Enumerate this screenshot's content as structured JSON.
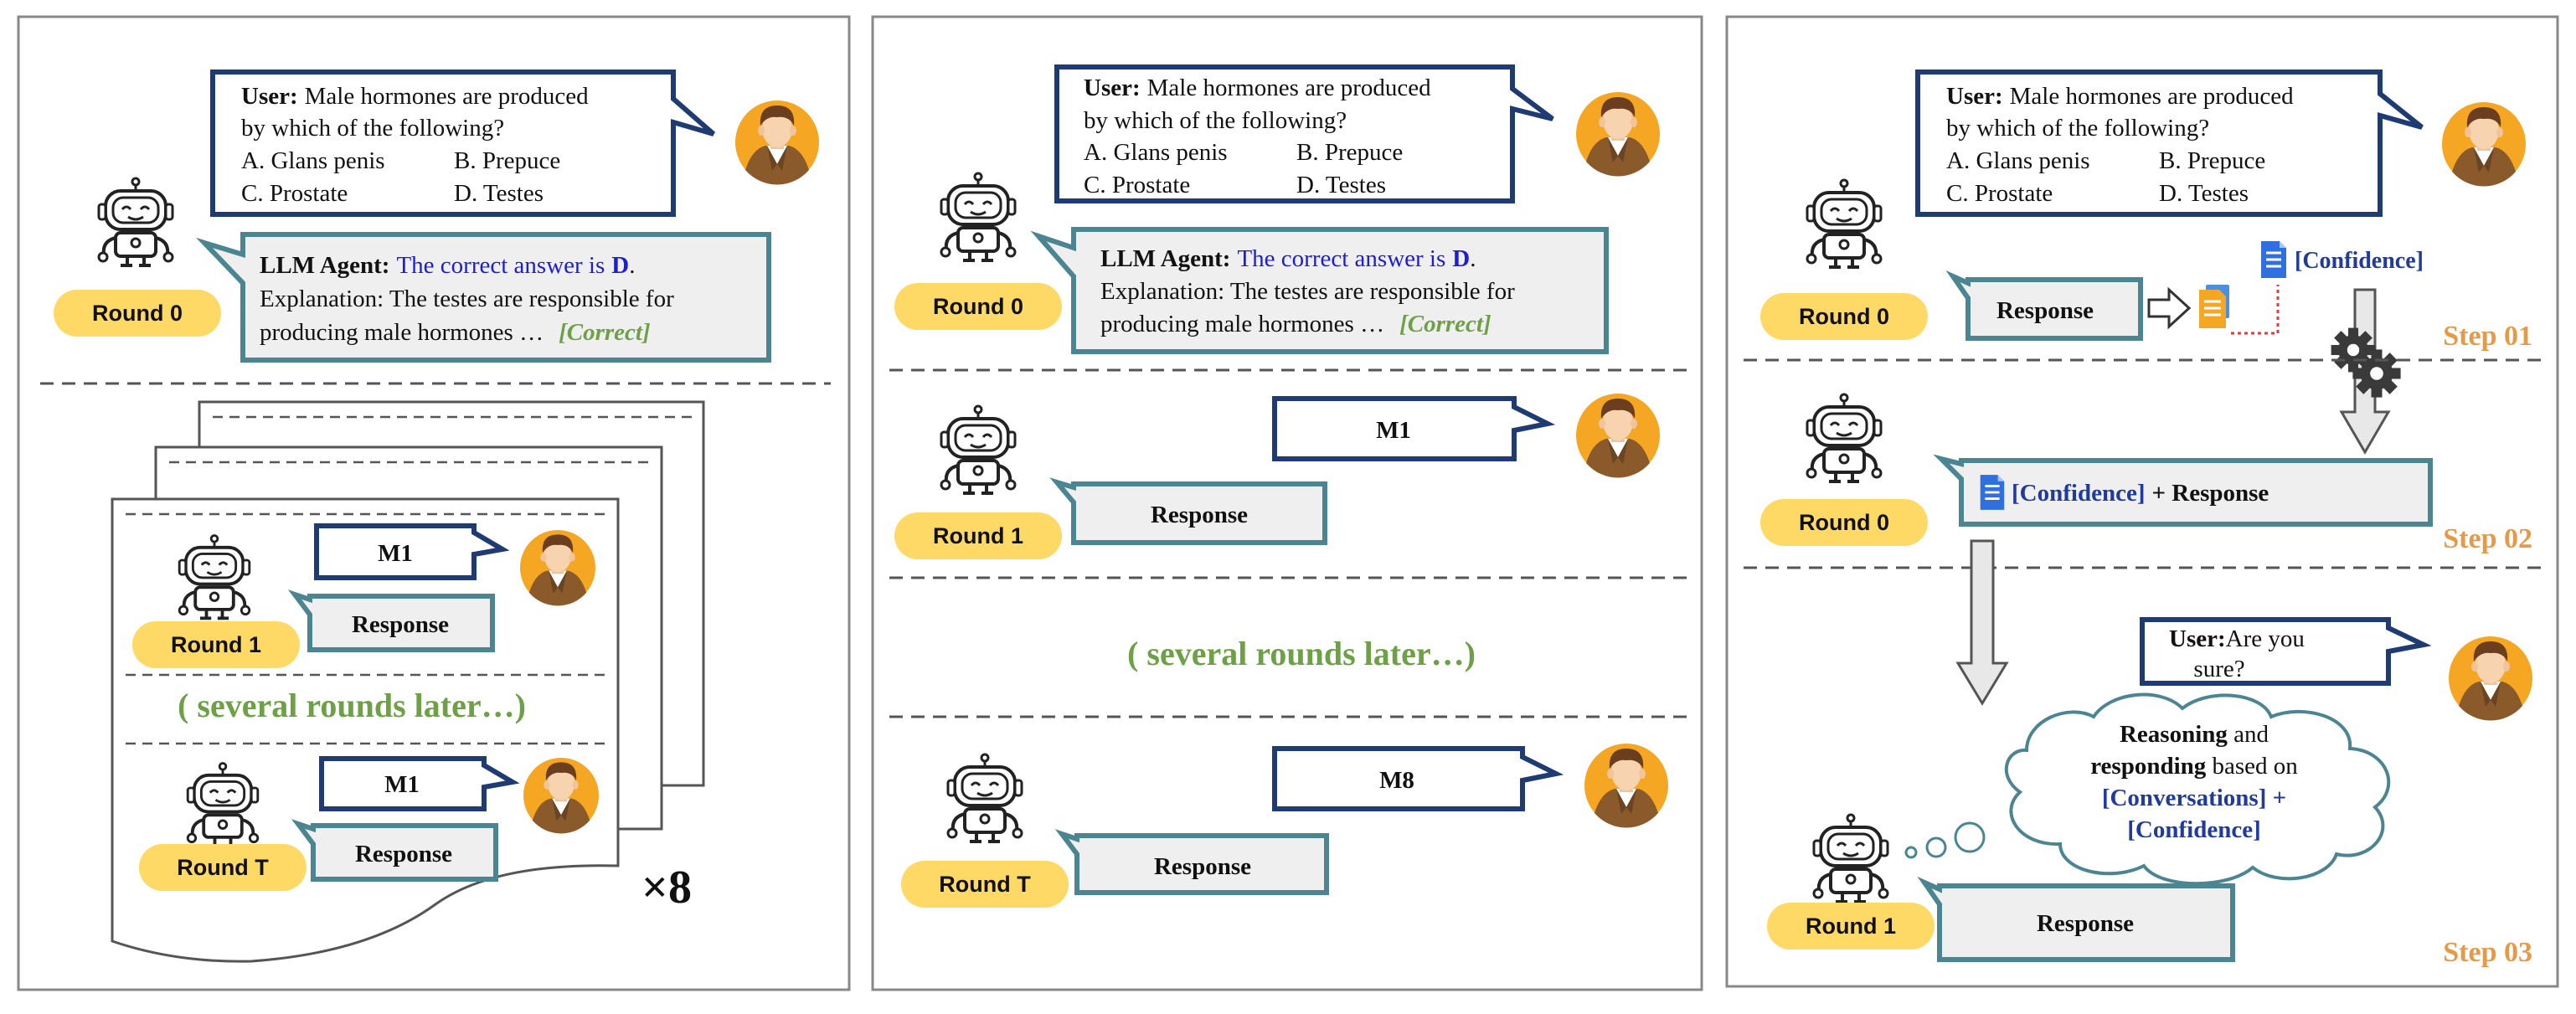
{
  "question": {
    "user_label": "User:",
    "line1": "Male hormones are produced",
    "line2": "by which of the following?",
    "opt_a": "A. Glans penis",
    "opt_b": "B. Prepuce",
    "opt_c": "C. Prostate",
    "opt_d": "D. Testes"
  },
  "agent": {
    "label": "LLM Agent:",
    "answer_text": "The correct answer is",
    "answer_letter": "D",
    "period": ".",
    "expl1": "Explanation: The testes are responsible for",
    "expl2": "producing male hormones …",
    "correct": "[Correct]"
  },
  "rounds": {
    "r0": "Round 0",
    "r1": "Round 1",
    "rT": "Round T"
  },
  "messages": {
    "m1": "M1",
    "m8": "M8",
    "response": "Response"
  },
  "several": "( several rounds later…)",
  "times8": "×8",
  "confidence": "[Confidence]",
  "confidence_plus": "+ Response",
  "steps": {
    "s1": "Step 01",
    "s2": "Step 02",
    "s3": "Step 03"
  },
  "sure": {
    "label": "User:",
    "text1": "Are you",
    "text2": "sure?"
  },
  "cloud": {
    "w1": "Reasoning",
    "w2": " and",
    "w3": "responding",
    "w4": " based on",
    "w5": "[Conversations] +",
    "w6": "[Confidence]"
  },
  "colors": {
    "navy": "#1f3b73",
    "teal": "#4a8591",
    "round_fill": "#ffd966",
    "green": "#6ea046",
    "orange": "#e69a46",
    "blue": "#1c1cdb",
    "conf_blue": "#1f3b9e"
  },
  "icons": [
    "robot-icon",
    "user-avatar-icon",
    "document-icon",
    "gear-icon",
    "arrow-icon"
  ]
}
